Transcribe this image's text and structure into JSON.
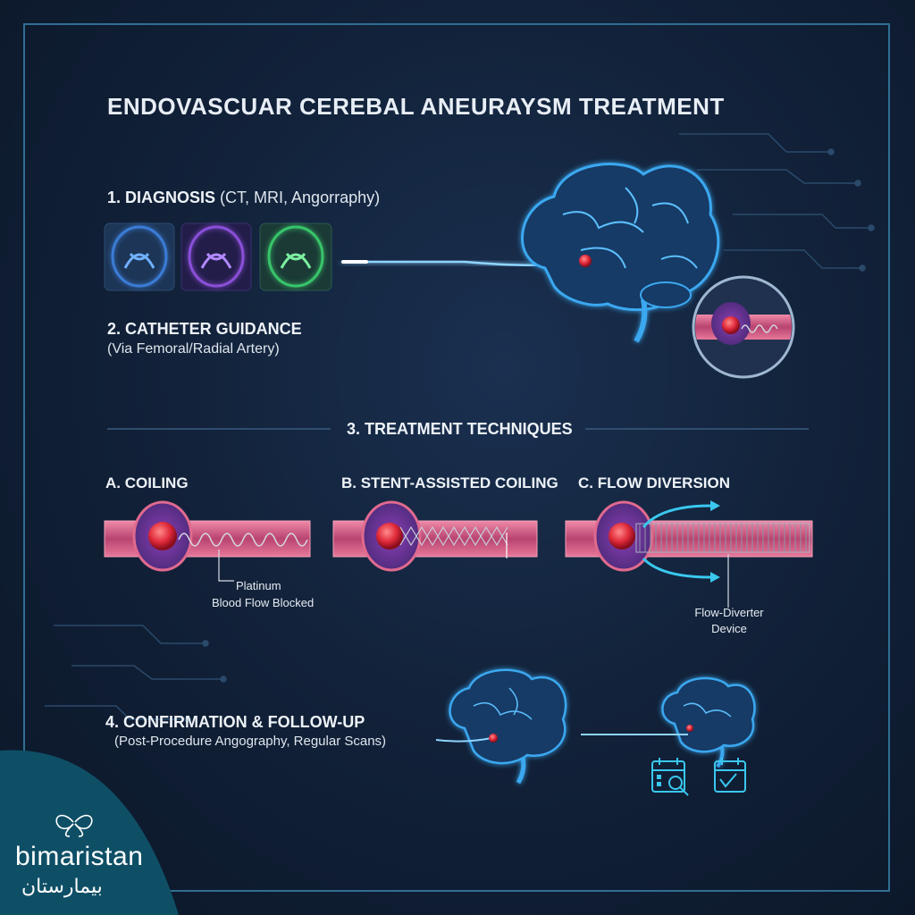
{
  "title": "ENDOVASCUAR CEREBAL ANEURAYSM TREATMENT",
  "steps": {
    "diagnosis": {
      "label": "1. DIAGNOSIS",
      "detail": "(CT, MRI, Angorraphy)"
    },
    "catheter": {
      "label": "2. CATHETER GUIDANCE",
      "detail": "(Via Femoral/Radial Artery)"
    },
    "techniques": {
      "label": "3. TREATMENT TECHNIQUES"
    },
    "followup": {
      "label": "4. CONFIRMATION & FOLLOW-UP",
      "detail": "(Post-Procedure Angography, Regular Scans)"
    }
  },
  "techniques": [
    {
      "label": "A. COILING",
      "notes": [
        "Platinum",
        "Blood Flow Blocked"
      ]
    },
    {
      "label": "B. STENT-ASSISTED COILING"
    },
    {
      "label": "C. FLOW DIVERSION",
      "notes": [
        "Flow-Diverter",
        "Device"
      ]
    }
  ],
  "scan_colors": [
    "#3a7bd5",
    "#8a4fd8",
    "#39c46a"
  ],
  "colors": {
    "background": "#12223a",
    "frame": "#2f6f93",
    "vessel": "#e06a8e",
    "aneurysm": "#e02a3a",
    "glow": "#3aa8f0"
  },
  "icons": [
    "calendar-search-icon",
    "calendar-check-icon"
  ],
  "logo": {
    "name": "bimaristan",
    "arabic": "بيمارستان"
  }
}
